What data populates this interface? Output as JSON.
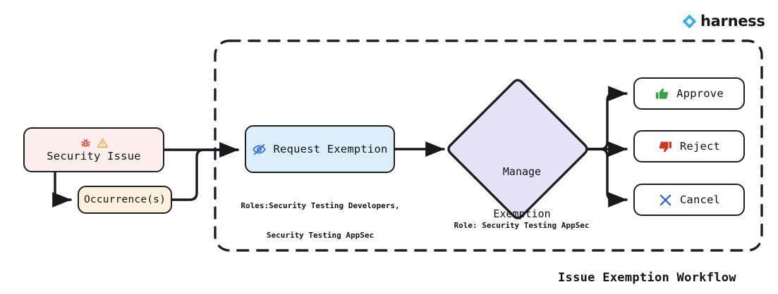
{
  "brand": {
    "name": "harness",
    "logo_icon": "harness-diamond-logo",
    "color": "#36b0e3"
  },
  "title": "Issue Exemption Workflow",
  "container": {
    "style": "dashed",
    "color": "#1f1f22"
  },
  "nodes": {
    "security_issue": {
      "label": "Security Issue",
      "icons": [
        "bug-icon",
        "warning-triangle-icon"
      ],
      "fill": "#fdeeee",
      "stroke": "#1f1f22"
    },
    "occurrences": {
      "label": "Occurrence(s)",
      "fill": "#fdf1de",
      "stroke": "#1f1f22"
    },
    "request_exemption": {
      "label": "Request Exemption",
      "icon": "eye-slash-icon",
      "icon_color": "#2f6fdb",
      "fill": "#ddeefb",
      "stroke": "#1f1f22",
      "caption_line1": "Roles:Security Testing Developers,",
      "caption_line2": "Security Testing AppSec"
    },
    "manage_exemption": {
      "label_line1": "Manage",
      "label_line2": "Exemption",
      "shape": "diamond",
      "fill": "#e6e2f8",
      "stroke": "#1f1f22",
      "caption": "Role: Security Testing AppSec"
    },
    "approve": {
      "label": "Approve",
      "icon": "thumbs-up-icon",
      "icon_color": "#37a147",
      "fill": "#ffffff",
      "stroke": "#1f1f22"
    },
    "reject": {
      "label": "Reject",
      "icon": "thumbs-down-icon",
      "icon_color": "#d0351f",
      "fill": "#ffffff",
      "stroke": "#1f1f22"
    },
    "cancel": {
      "label": "Cancel",
      "icon": "cross-x-icon",
      "icon_color": "#2060d0",
      "fill": "#ffffff",
      "stroke": "#1f1f22"
    }
  },
  "edges": [
    {
      "from": "security_issue",
      "to": "request_exemption"
    },
    {
      "from": "security_issue",
      "to": "occurrences"
    },
    {
      "from": "occurrences",
      "to": "request_exemption"
    },
    {
      "from": "request_exemption",
      "to": "manage_exemption"
    },
    {
      "from": "manage_exemption",
      "to": "approve"
    },
    {
      "from": "manage_exemption",
      "to": "reject"
    },
    {
      "from": "manage_exemption",
      "to": "cancel"
    }
  ]
}
